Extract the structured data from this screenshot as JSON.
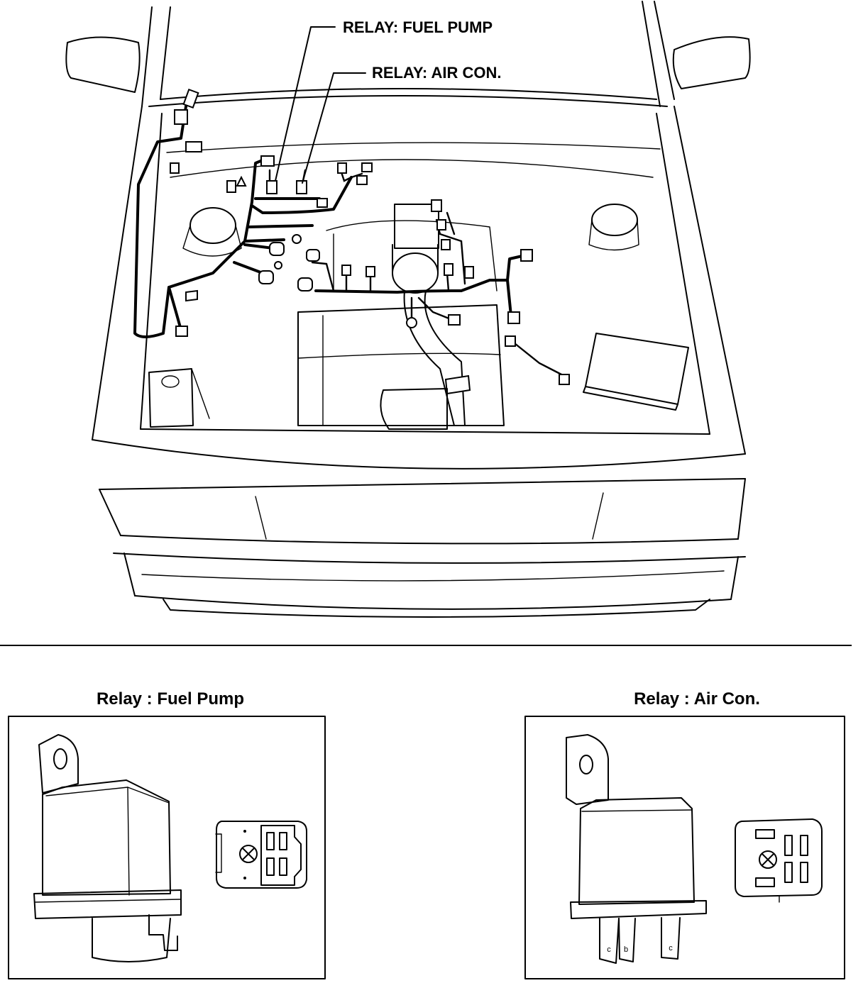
{
  "callouts": {
    "fuel_pump": "RELAY: FUEL PUMP",
    "air_con": "RELAY: AIR CON."
  },
  "detail_panels": {
    "fuel_pump": {
      "title": "Relay : Fuel Pump"
    },
    "air_con": {
      "title": "Relay : Air Con."
    }
  },
  "terminal_marks": [
    "c",
    "b",
    "c"
  ],
  "colors": {
    "ink": "#000000",
    "paper": "#ffffff"
  }
}
